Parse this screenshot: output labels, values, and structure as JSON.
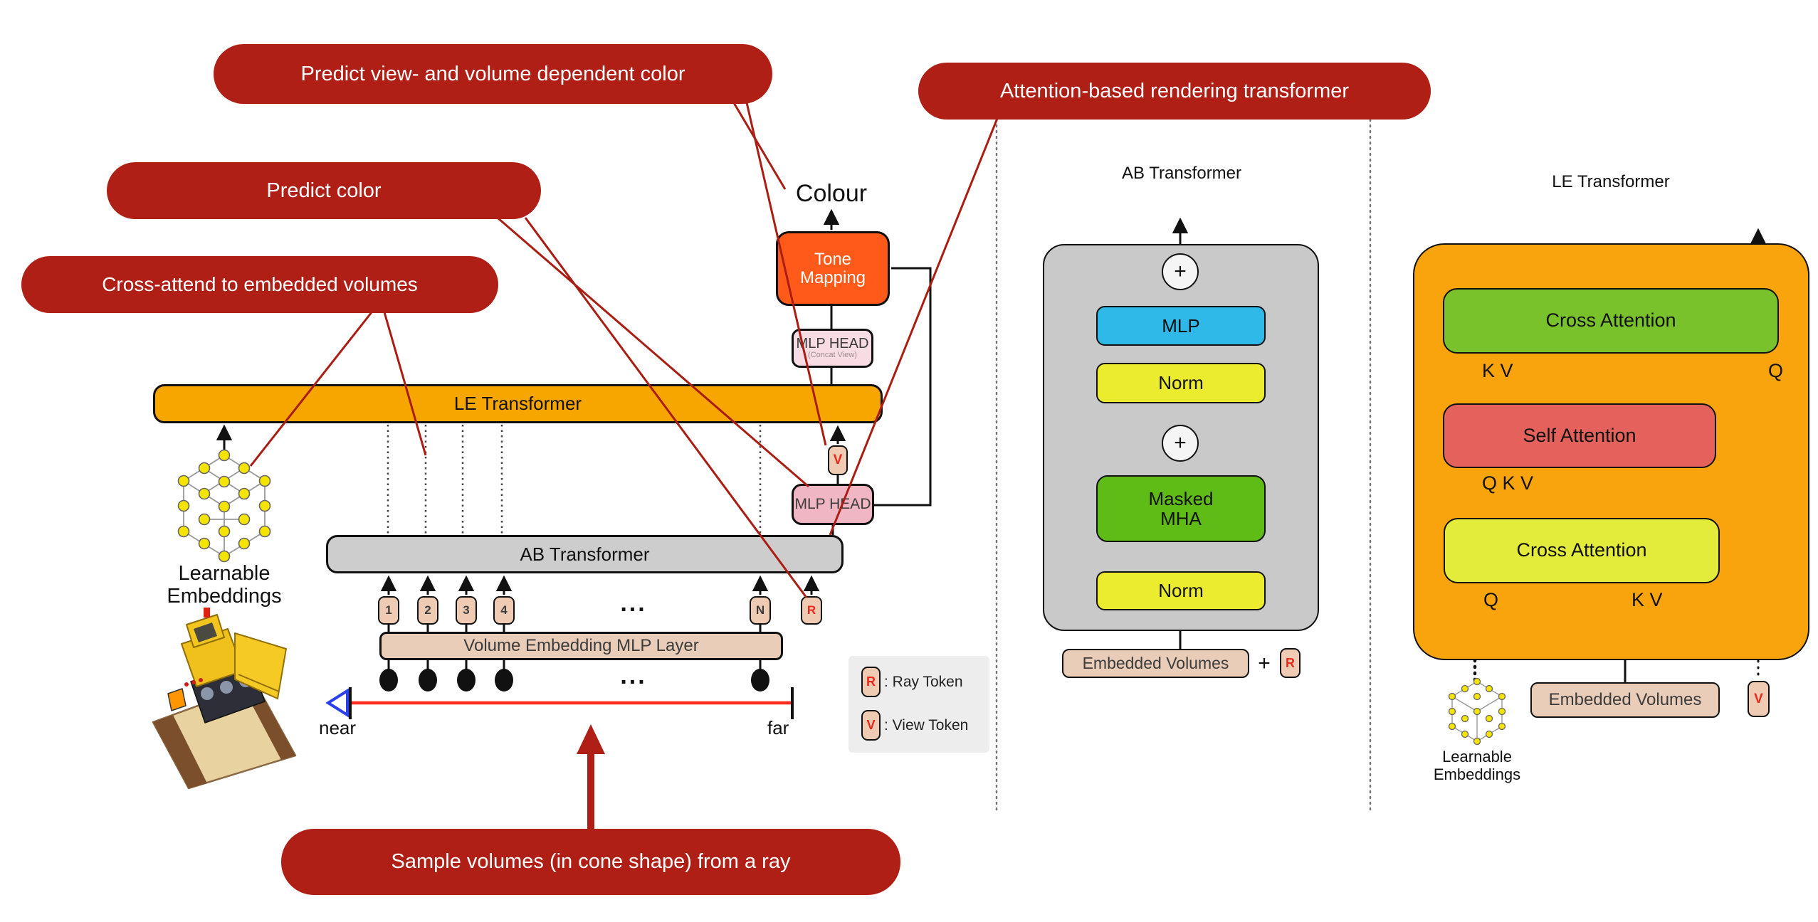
{
  "callouts": {
    "predict_view_volume": "Predict view- and volume dependent color",
    "attention_rendering": "Attention-based rendering transformer",
    "predict_color": "Predict color",
    "cross_attend": "Cross-attend to embedded volumes",
    "sample_volumes": "Sample volumes (in cone shape) from a ray"
  },
  "pipeline": {
    "colour": "Colour",
    "tone_mapping": "Tone Mapping",
    "mlp_head_concat": "MLP HEAD",
    "mlp_head_concat_sub": "(Concat View)",
    "le_transformer": "LE Transformer",
    "view_token": "V",
    "mlp_head": "MLP HEAD",
    "ab_transformer": "AB Transformer",
    "tokens": [
      "1",
      "2",
      "3",
      "4"
    ],
    "token_n": "N",
    "ray_token": "R",
    "ellipsis": "...",
    "volume_embedding_mlp": "Volume Embedding MLP Layer",
    "learnable_embeddings": "Learnable Embeddings",
    "near": "near",
    "far": "far"
  },
  "legend": {
    "ray_token": "R",
    "ray_label": ": Ray Token",
    "view_token": "V",
    "view_label": ": View Token"
  },
  "ab_detail": {
    "title": "AB Transformer",
    "plus": "+",
    "mlp": "MLP",
    "norm_top": "Norm",
    "masked_mha": "Masked MHA",
    "norm_bottom": "Norm",
    "embedded_volumes": "Embedded Volumes",
    "plus_concat": "+",
    "ray_token": "R"
  },
  "le_detail": {
    "title": "LE Transformer",
    "cross_attention_top": "Cross Attention",
    "kv_top": "K V",
    "q_right": "Q",
    "self_attention": "Self Attention",
    "qkv": "Q K V",
    "cross_attention_bottom": "Cross Attention",
    "q_bottom": "Q",
    "kv_bottom": "K V",
    "embedded_volumes": "Embedded Volumes",
    "view_token": "V",
    "learnable_embeddings": "Learnable Embeddings"
  },
  "colors": {
    "callout-red": "#b01f16",
    "line-red": "#aa1d13",
    "tone-orange": "#ff5a1a",
    "bar-orange": "#f7a600",
    "panel-orange": "#f9a40c",
    "bar-gray": "#cdcdcd",
    "panel-gray": "#c9c9c9",
    "tan": "#e9cdb9",
    "token-tan": "#f0cbb4",
    "pink": "#f0b6c4",
    "pink-light": "#f7dce4",
    "blue": "#2fb9e8",
    "yellow": "#eaec2d",
    "green": "#5fbc16",
    "green-light": "#79c22c",
    "lime": "#e3eb3b",
    "salmon": "#e5625c",
    "token-red": "#e8291c",
    "ray-red": "#ff2a1e",
    "eye-blue": "#2a3ff0",
    "ink": "#111111"
  }
}
